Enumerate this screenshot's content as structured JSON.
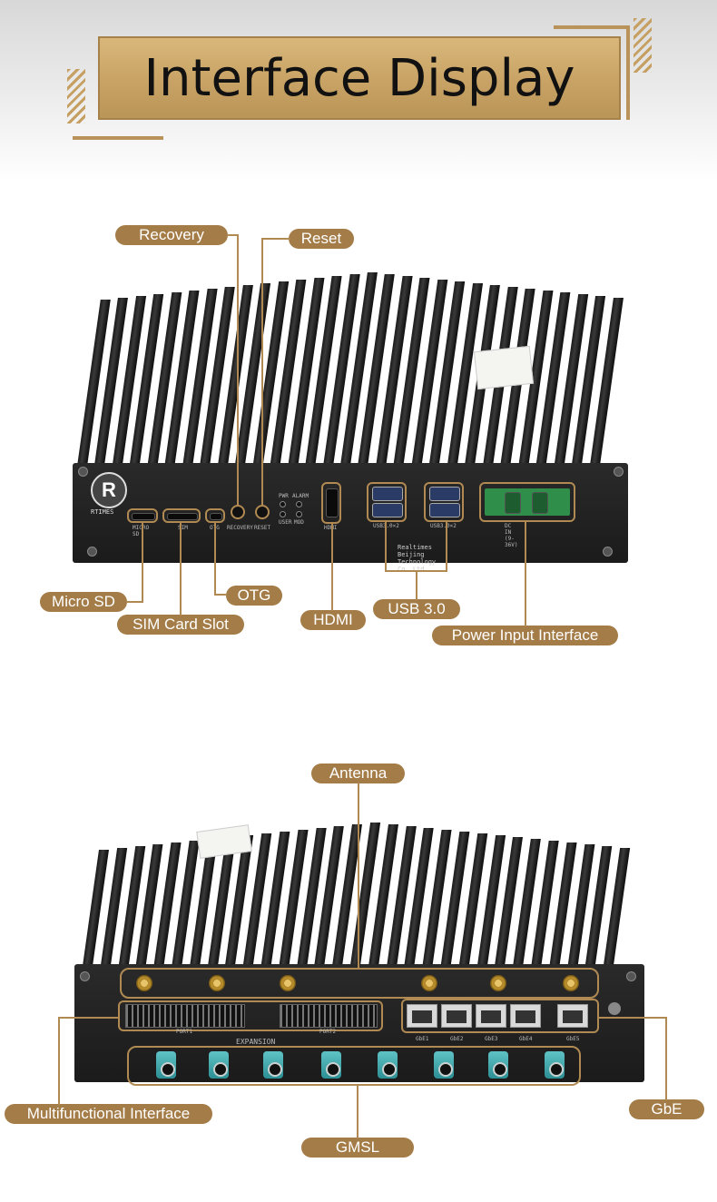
{
  "header": {
    "title": "Interface Display"
  },
  "front_labels": {
    "recovery": "Recovery",
    "reset": "Reset",
    "micro_sd": "Micro SD",
    "otg": "OTG",
    "sim_card_slot": "SIM Card Slot",
    "hdmi": "HDMI",
    "usb": "USB 3.0",
    "power_input": "Power Input Interface"
  },
  "front_panel_text": {
    "brand": "RTIMES",
    "micro_sd": "MICRO SD",
    "sim": "SIM",
    "otg": "OTG",
    "recovery": "RECOVERY",
    "reset": "RESET",
    "pwr": "PWR",
    "alarm": "ALARM",
    "user": "USER",
    "mod": "MOD",
    "hdmi": "HDMI",
    "usb1": "USB3.0×2",
    "usb2": "USB3.0×2",
    "dc_in": "DC IN (9-36V)",
    "company": "Realtimes Beijing Technology Co.,Ltd."
  },
  "back_labels": {
    "antenna": "Antenna",
    "multifunctional": "Multifunctional Interface",
    "gbe": "GbE",
    "gmsl": "GMSL"
  },
  "back_panel_text": {
    "port1": "PORT1",
    "port2": "PORT2",
    "expansion": "EXPANSION",
    "gbe1": "GbE1",
    "gbe2": "GbE2",
    "gbe3": "GbE3",
    "gbe4": "GbE4",
    "gbe5": "GbE5"
  },
  "colors": {
    "accent": "#a47c47",
    "connector_line": "#b08a52",
    "gmsl_connector": "#4fb3b7"
  }
}
